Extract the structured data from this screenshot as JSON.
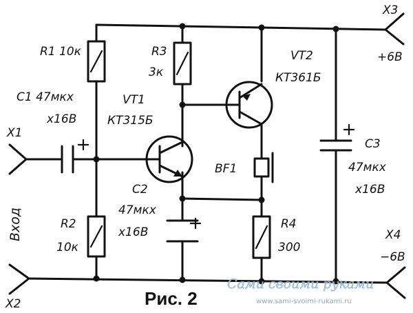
{
  "figure": {
    "caption": "Рис. 2",
    "watermark_main": "Сами своими руками",
    "watermark_url": "www.sami-svoimi-rukami.ru"
  },
  "terminals": {
    "x1": "X1",
    "x2": "X2",
    "x3": "X3",
    "x4": "X4",
    "x3_voltage": "+6В",
    "x4_voltage": "−6В",
    "input_label": "Вход"
  },
  "components": {
    "r1": {
      "label": "R1 10к"
    },
    "r2": {
      "label": "R2",
      "value": "10к"
    },
    "r3": {
      "label": "R3",
      "value": "3к"
    },
    "r4": {
      "label": "R4",
      "value": "300"
    },
    "c1": {
      "label": "С1 47мкх",
      "rating": "х16В"
    },
    "c2": {
      "label": "С2",
      "value": "47мкх",
      "rating": "х16В"
    },
    "c3": {
      "label": "С3",
      "value": "47мкх",
      "rating": "х16В"
    },
    "vt1": {
      "label": "VT1",
      "part": "КТ315Б"
    },
    "vt2": {
      "label": "VT2",
      "part": "КТ361Б"
    },
    "bf1": {
      "label": "BF1"
    }
  }
}
